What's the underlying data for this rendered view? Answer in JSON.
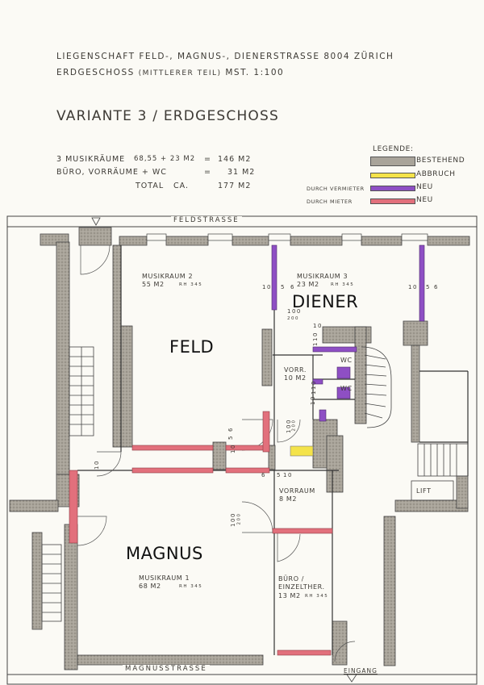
{
  "header": {
    "line1": "LIEGENSCHAFT FELD-, MAGNUS-, DIENERSTRASSE 8004 ZÜRICH",
    "line2_a": "ERDGESCHOSS",
    "line2_b": "(MITTLERER TEIL)",
    "line2_c": "MST. 1:100",
    "title": "VARIANTE 3 / ERDGESCHOSS"
  },
  "area_calc": {
    "row1_label": "3 MUSIKRÄUME",
    "row1_formula": "68,55 + 23 M2",
    "row1_eq": "=",
    "row1_value": "146 M2",
    "row2_label": "BÜRO, VORRÄUME + WC",
    "row2_eq": "=",
    "row2_value": "31 M2",
    "total_label": "TOTAL",
    "total_ca": "CA.",
    "total_value": "177 M2"
  },
  "legend": {
    "title": "LEGENDE:",
    "items": [
      {
        "prefix": "",
        "label": "BESTEHEND",
        "color": "#a9a49a"
      },
      {
        "prefix": "",
        "label": "ABBRUCH",
        "color": "#f4e34a"
      },
      {
        "prefix": "DURCH VERMIETER",
        "label": "NEU",
        "color": "#8e4fc4"
      },
      {
        "prefix": "DURCH MIETER",
        "label": "NEU",
        "color": "#e2707c"
      }
    ]
  },
  "streets": {
    "north": "FELDSTRASSE",
    "south": "MAGNUSSTRASSE",
    "entrance": "EINGANG"
  },
  "rooms": {
    "musikraum2": {
      "name": "MUSIKRAUM 2",
      "area": "55 M2",
      "height": "RH 345"
    },
    "musikraum3": {
      "name": "MUSIKRAUM 3",
      "area": "23 M2",
      "height": "RH 345"
    },
    "musikraum1": {
      "name": "MUSIKRAUM 1",
      "area": "68 M2",
      "height": "RH 345"
    },
    "vorr1": {
      "name": "VORR.",
      "area": "10 M2"
    },
    "vorraum": {
      "name": "VORRAUM",
      "area": "8 M2"
    },
    "buero": {
      "name1": "BÜRO /",
      "name2": "EINZELTHER.",
      "area": "13 M2",
      "height": "RH 345"
    },
    "wc1": "WC",
    "wc2": "WC",
    "lift": "LIFT"
  },
  "tenants": {
    "feld": "FELD",
    "diener": "DIENER",
    "magnus": "MAGNUS"
  },
  "dimensions": {
    "d_10_a": "10",
    "d_5_a": "5",
    "d_6_a": "6",
    "d_10_b": "10",
    "d_5_b": "5",
    "d_6_b": "6",
    "d_100_a": "100",
    "d_200_a": "200",
    "d_110_a": "110",
    "d_10_c": "10",
    "d_110_b": "110",
    "d_10_d": "10",
    "d_100_b": "100",
    "d_200_b": "200",
    "d_10_e": "10",
    "d_5_e": "5",
    "d_6_e": "6",
    "d_6_f": "6",
    "d_5_f": "5",
    "d_10_f": "10",
    "d_100_c": "100",
    "d_200_c": "200",
    "d_10_g": "10"
  }
}
